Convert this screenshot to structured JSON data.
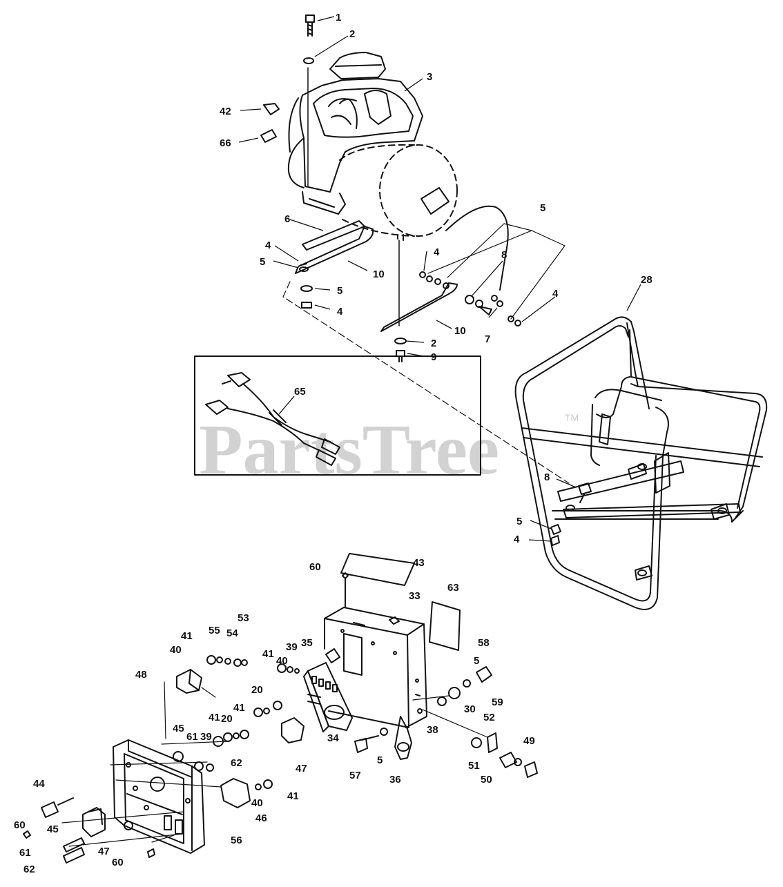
{
  "watermark": {
    "text": "PartsTree",
    "tm": "TM"
  },
  "callouts": [
    {
      "id": "c1",
      "text": "1"
    },
    {
      "id": "c2a",
      "text": "2"
    },
    {
      "id": "c3",
      "text": "3"
    },
    {
      "id": "c42",
      "text": "42"
    },
    {
      "id": "c66",
      "text": "66"
    },
    {
      "id": "c6",
      "text": "6"
    },
    {
      "id": "c4a",
      "text": "4"
    },
    {
      "id": "c5a",
      "text": "5"
    },
    {
      "id": "c10a",
      "text": "10"
    },
    {
      "id": "c5b",
      "text": "5"
    },
    {
      "id": "c4b",
      "text": "4"
    },
    {
      "id": "c5c",
      "text": "5"
    },
    {
      "id": "c4c",
      "text": "4"
    },
    {
      "id": "c8a",
      "text": "8"
    },
    {
      "id": "c4d",
      "text": "4"
    },
    {
      "id": "c7",
      "text": "7"
    },
    {
      "id": "c10b",
      "text": "10"
    },
    {
      "id": "c2b",
      "text": "2"
    },
    {
      "id": "c9",
      "text": "9"
    },
    {
      "id": "c28",
      "text": "28"
    },
    {
      "id": "c65",
      "text": "65"
    },
    {
      "id": "c8b",
      "text": "8"
    },
    {
      "id": "c5d",
      "text": "5"
    },
    {
      "id": "c4e",
      "text": "4"
    },
    {
      "id": "c60a",
      "text": "60"
    },
    {
      "id": "c43",
      "text": "43"
    },
    {
      "id": "c33",
      "text": "33"
    },
    {
      "id": "c63",
      "text": "63"
    },
    {
      "id": "c41a",
      "text": "41"
    },
    {
      "id": "c55",
      "text": "55"
    },
    {
      "id": "c54",
      "text": "54"
    },
    {
      "id": "c53",
      "text": "53"
    },
    {
      "id": "c40a",
      "text": "40"
    },
    {
      "id": "c41b",
      "text": "41"
    },
    {
      "id": "c39a",
      "text": "39"
    },
    {
      "id": "c40b",
      "text": "40"
    },
    {
      "id": "c35",
      "text": "35"
    },
    {
      "id": "c58",
      "text": "58"
    },
    {
      "id": "c48",
      "text": "48"
    },
    {
      "id": "c5e",
      "text": "5"
    },
    {
      "id": "c59",
      "text": "59"
    },
    {
      "id": "c20a",
      "text": "20"
    },
    {
      "id": "c30",
      "text": "30"
    },
    {
      "id": "c41c",
      "text": "41"
    },
    {
      "id": "c41d",
      "text": "41"
    },
    {
      "id": "c45a",
      "text": "45"
    },
    {
      "id": "c61a",
      "text": "61"
    },
    {
      "id": "c39b",
      "text": "39"
    },
    {
      "id": "c20b",
      "text": "20"
    },
    {
      "id": "c62a",
      "text": "62"
    },
    {
      "id": "c47a",
      "text": "47"
    },
    {
      "id": "c34",
      "text": "34"
    },
    {
      "id": "c38",
      "text": "38"
    },
    {
      "id": "c52",
      "text": "52"
    },
    {
      "id": "c49",
      "text": "49"
    },
    {
      "id": "c57",
      "text": "57"
    },
    {
      "id": "c5f",
      "text": "5"
    },
    {
      "id": "c36",
      "text": "36"
    },
    {
      "id": "c51",
      "text": "51"
    },
    {
      "id": "c50",
      "text": "50"
    },
    {
      "id": "c44",
      "text": "44"
    },
    {
      "id": "c40c",
      "text": "40"
    },
    {
      "id": "c41e",
      "text": "41"
    },
    {
      "id": "c46",
      "text": "46"
    },
    {
      "id": "c60b",
      "text": "60"
    },
    {
      "id": "c45b",
      "text": "45"
    },
    {
      "id": "c56",
      "text": "56"
    },
    {
      "id": "c61b",
      "text": "61"
    },
    {
      "id": "c47b",
      "text": "47"
    },
    {
      "id": "c62b",
      "text": "62"
    },
    {
      "id": "c60c",
      "text": "60"
    }
  ]
}
